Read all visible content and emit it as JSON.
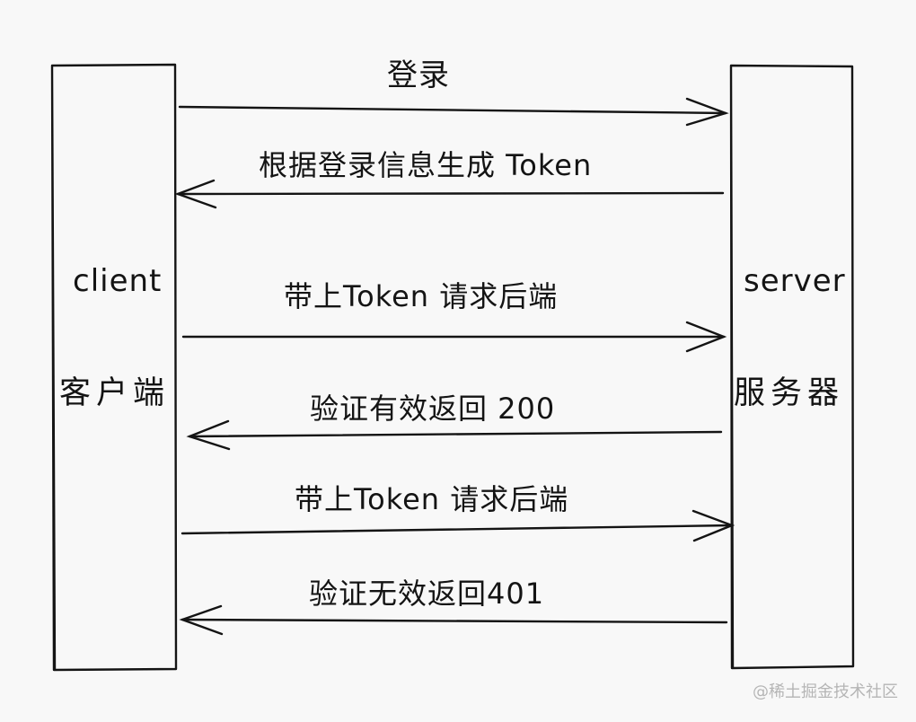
{
  "client": {
    "name": "client",
    "label": "客户端"
  },
  "server": {
    "name": "server",
    "label": "服务器"
  },
  "messages": [
    {
      "text": "登录",
      "direction": "client-to-server"
    },
    {
      "text": "根据登录信息生成 Token",
      "direction": "server-to-client"
    },
    {
      "text": "带上Token 请求后端",
      "direction": "client-to-server"
    },
    {
      "text": "验证有效返回 200",
      "direction": "server-to-client"
    },
    {
      "text": "带上Token 请求后端",
      "direction": "client-to-server"
    },
    {
      "text": "验证无效返回401",
      "direction": "server-to-client"
    }
  ],
  "watermark": "@稀土掘金技术社区",
  "colors": {
    "stroke": "#141414",
    "background": "#f8f8f8",
    "watermark": "#b5b5b5"
  }
}
